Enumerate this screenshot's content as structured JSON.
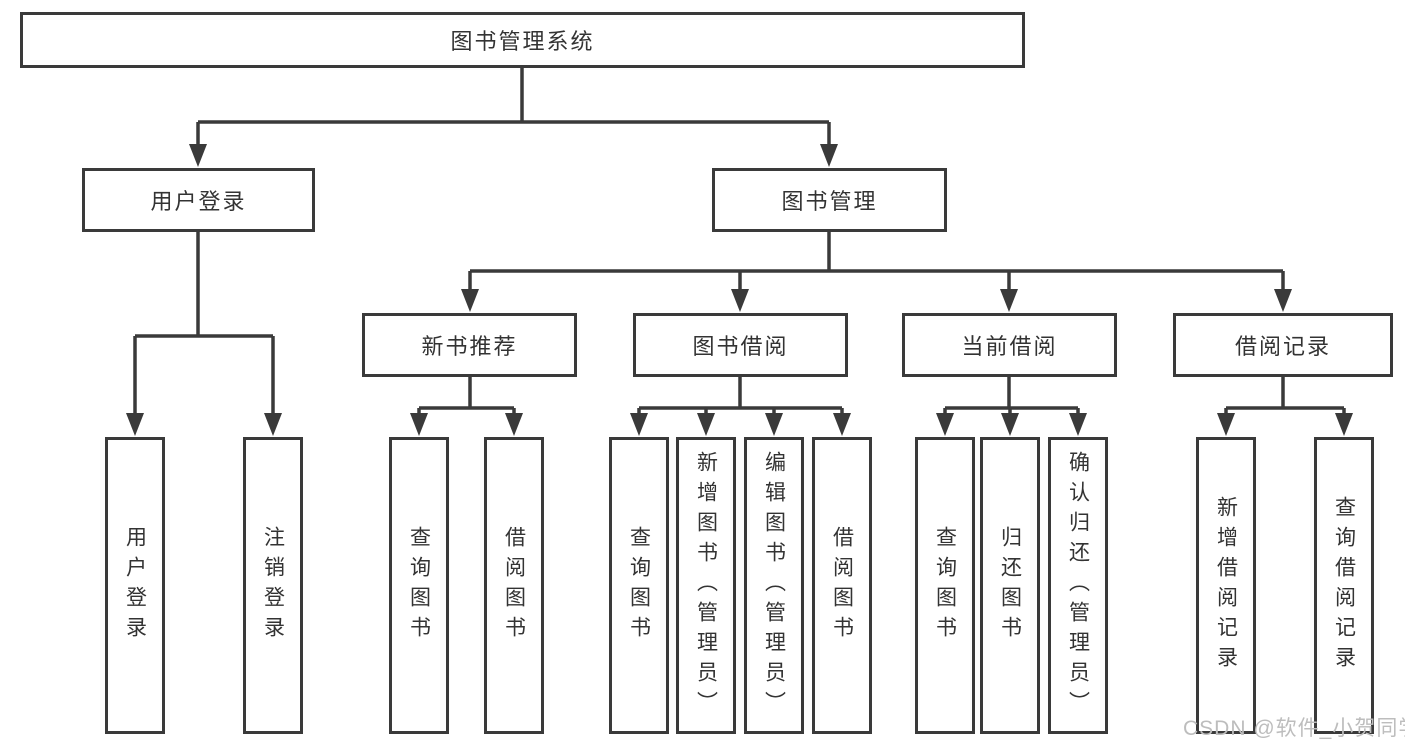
{
  "diagram": {
    "root": "图书管理系统",
    "branches": [
      {
        "label": "用户登录",
        "children": [
          "用户登录",
          "注销登录"
        ]
      },
      {
        "label": "图书管理",
        "groups": [
          {
            "label": "新书推荐",
            "children": [
              "查询图书",
              "借阅图书"
            ]
          },
          {
            "label": "图书借阅",
            "children": [
              "查询图书",
              "新增图书（管理员）",
              "编辑图书（管理员）",
              "借阅图书"
            ]
          },
          {
            "label": "当前借阅",
            "children": [
              "查询图书",
              "归还图书",
              "确认归还（管理员）"
            ]
          },
          {
            "label": "借阅记录",
            "children": [
              "新增借阅记录",
              "查询借阅记录"
            ]
          }
        ]
      }
    ]
  },
  "watermark": "CSDN @软件_小贺同学",
  "colors": {
    "line": "#3a3a3a",
    "text": "#333333",
    "watermark": "#bdbdbd",
    "background": "#ffffff"
  }
}
